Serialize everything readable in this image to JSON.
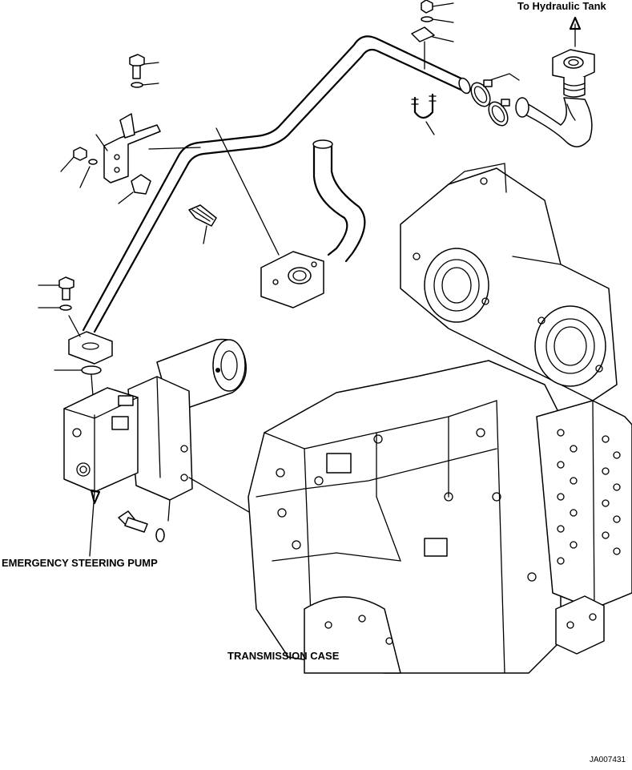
{
  "labels": {
    "to_hydraulic_tank": "To Hydraulic Tank",
    "emergency_steering_pump": "EMERGENCY STEERING PUMP",
    "transmission_case": "TRANSMISSION CASE",
    "figure_id": "JA007431"
  },
  "colors": {
    "line": "#000000",
    "background": "#ffffff"
  }
}
